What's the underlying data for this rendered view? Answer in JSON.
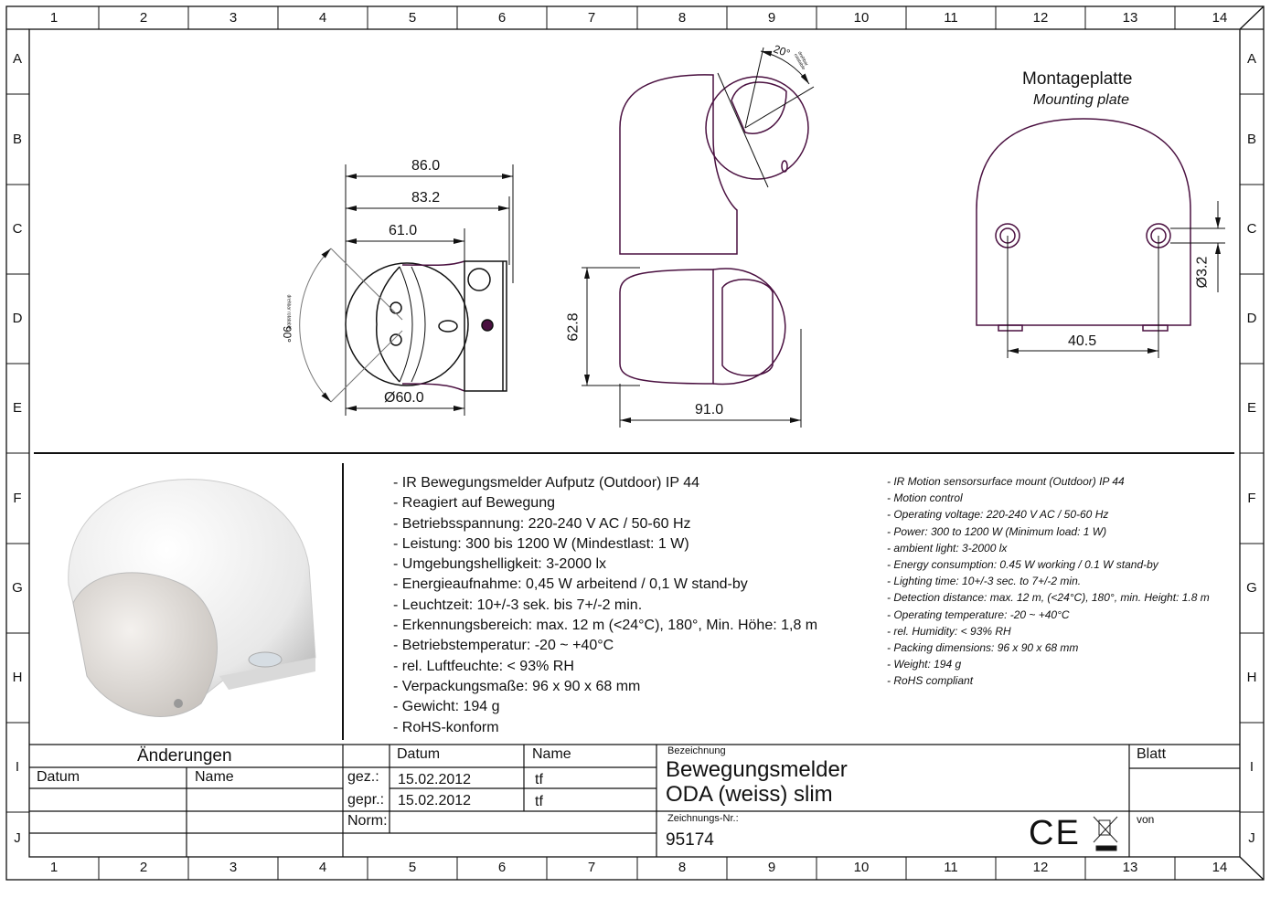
{
  "frame": {
    "columns": [
      "1",
      "2",
      "3",
      "4",
      "5",
      "6",
      "7",
      "8",
      "9",
      "10",
      "11",
      "12",
      "13",
      "14"
    ],
    "rows": [
      "A",
      "B",
      "C",
      "D",
      "E",
      "F",
      "G",
      "H",
      "I",
      "J"
    ]
  },
  "front_view": {
    "dim_86": "86.0",
    "dim_83": "83.2",
    "dim_61": "61.0",
    "dim_dia": "Ø60.0",
    "angle": "90°",
    "angle_note": "drehbar rotatable"
  },
  "side_view": {
    "angle": "20°",
    "angle_note": "drehbar rotatable",
    "dim_height": "62.8",
    "dim_width": "91.0"
  },
  "mounting_plate": {
    "title_de": "Montageplatte",
    "title_en": "Mounting plate",
    "dim_hole": "Ø3.2",
    "dim_spacing": "40.5"
  },
  "specs_de": [
    "- IR Bewegungsmelder Aufputz (Outdoor) IP 44",
    "- Reagiert auf Bewegung",
    "- Betriebsspannung: 220-240 V AC / 50-60 Hz",
    "- Leistung: 300 bis 1200 W (Mindestlast: 1 W)",
    "- Umgebungshelligkeit: 3-2000 lx",
    "- Energieaufnahme: 0,45 W arbeitend / 0,1 W stand-by",
    "- Leuchtzeit: 10+/-3 sek. bis 7+/-2 min.",
    "- Erkennungsbereich: max. 12 m (<24°C), 180°, Min. Höhe: 1,8 m",
    "- Betriebstemperatur: -20 ~ +40°C",
    "- rel. Luftfeuchte: < 93% RH",
    "- Verpackungsmaße: 96 x 90 x 68 mm",
    "- Gewicht: 194 g",
    "- RoHS-konform"
  ],
  "specs_en": [
    "- IR Motion sensorsurface mount (Outdoor) IP 44",
    "- Motion control",
    "- Operating voltage: 220-240 V AC / 50-60 Hz",
    "- Power: 300 to 1200 W (Minimum load: 1 W)",
    "- ambient light: 3-2000 lx",
    "- Energy consumption: 0.45 W working / 0.1 W stand-by",
    "- Lighting time: 10+/-3 sec. to 7+/-2 min.",
    "- Detection distance: max. 12 m, (<24°C), 180°, min. Height: 1.8 m",
    "- Operating temperature: -20 ~ +40°C",
    "- rel. Humidity: < 93% RH",
    "- Packing dimensions: 96 x 90 x 68 mm",
    "- Weight: 194 g",
    "- RoHS compliant"
  ],
  "title_block": {
    "changes": "Änderungen",
    "changes_date": "Datum",
    "changes_name": "Name",
    "date_header": "Datum",
    "name_header": "Name",
    "drawn_label": "gez.:",
    "drawn_date": "15.02.2012",
    "drawn_name": "tf",
    "checked_label": "gepr.:",
    "checked_date": "15.02.2012",
    "checked_name": "tf",
    "norm_label": "Norm:",
    "designation_label": "Bezeichnung",
    "designation_line1": "Bewegungsmelder",
    "designation_line2": "ODA (weiss) slim",
    "drawing_no_label": "Zeichnungs-Nr.:",
    "drawing_no": "95174",
    "ce_mark": "CE",
    "sheet_label": "Blatt",
    "of_label": "von"
  },
  "colors": {
    "outline": "#4a1040",
    "line": "#111111"
  }
}
